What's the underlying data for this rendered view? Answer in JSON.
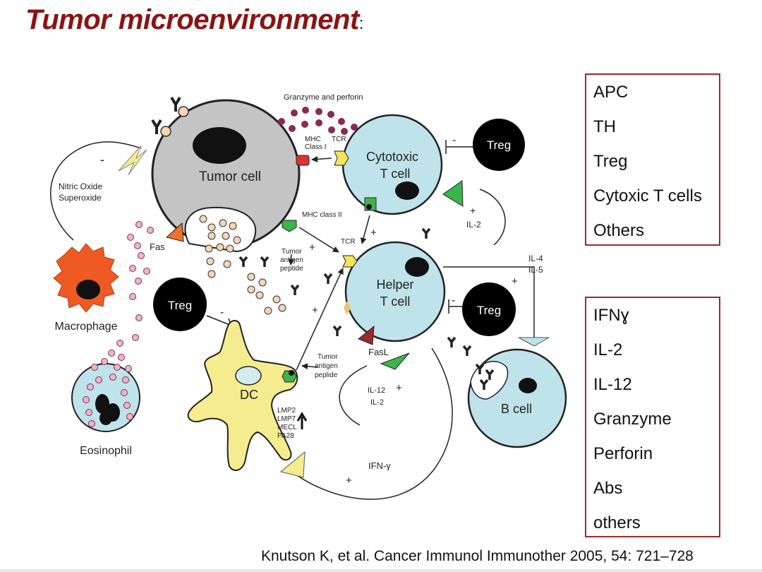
{
  "title": {
    "main": "Tumor microenvironment",
    "suffix": ":"
  },
  "cells": {
    "tumor": "Tumor cell",
    "cytotoxic_l1": "Cytotoxic",
    "cytotoxic_l2": "T cell",
    "helper_l1": "Helper",
    "helper_l2": "T cell",
    "treg_top": "Treg",
    "treg_mid": "Treg",
    "treg_left": "Treg",
    "dc": "DC",
    "bcell": "B cell",
    "macrophage": "Macrophage",
    "eosinophil": "Eosinophil"
  },
  "labels": {
    "granzyme_perforin": "Granzyme and perforin",
    "mhc_class1_a": "MHC",
    "mhc_class1_b": "Class I",
    "tcr_top": "TCR",
    "mhc_class2": "MHC class II",
    "tcr_mid": "TCR",
    "fas": "Fas",
    "fasl": "FasL",
    "nitric_oxide": "Nitric Oxide",
    "superoxide": "Superoxide",
    "tumor_antigen_1a": "Tumor",
    "tumor_antigen_1b": "antigen",
    "tumor_antigen_1c": "peptide",
    "tumor_antigen_2a": "Tumor",
    "tumor_antigen_2b": "antigen",
    "tumor_antigen_2c": "peplide",
    "il2_top": "IL-2",
    "il4": "IL-4",
    "il5": "IL-5",
    "il12": "IL-12",
    "il2_low": "IL-2",
    "lmp2": "LMP2",
    "lmp7": "LMP7",
    "mecl": "MECL",
    "pa28": "PA28",
    "ifn_gamma": "IFN-γ",
    "plus": "+",
    "minus": "-"
  },
  "legend_cells": [
    "APC",
    "TH",
    "Treg",
    "Cytoxic T cells",
    "Others"
  ],
  "legend_factors": [
    "IFNɣ",
    "IL-2",
    "IL-12",
    "Granzyme",
    "Perforin",
    "Abs",
    "others"
  ],
  "citation": "Knutson K, et al. Cancer Immunol Immunother 2005, 54: 721–728",
  "colors": {
    "title": "#8a1414",
    "box_border": "#9c2b2b",
    "tumor_gray": "#c4c4c4",
    "tcell_blue": "#bfe3ea",
    "dc_yellow": "#f5ec8f",
    "macrophage_orange": "#ef5a24",
    "particle_pink": "#e9b6cc",
    "particle_purple": "#8b2a52"
  }
}
